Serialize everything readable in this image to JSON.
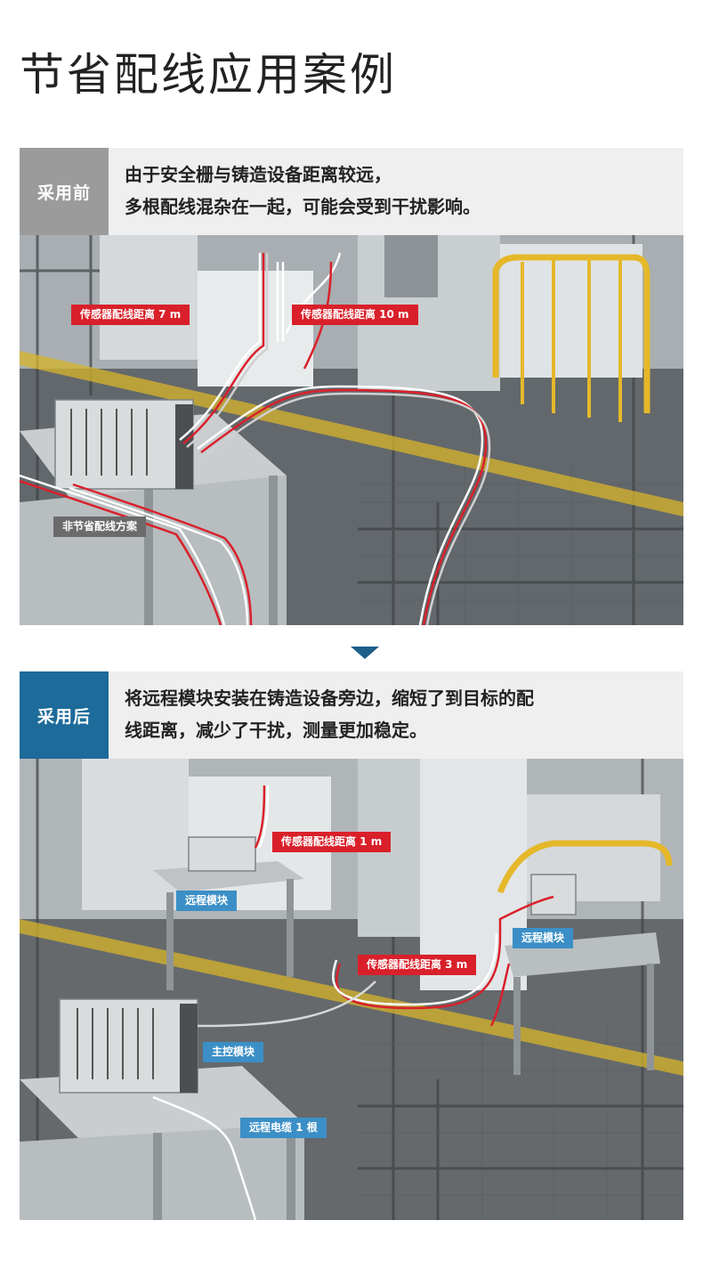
{
  "page": {
    "title": "节省配线应用案例"
  },
  "before": {
    "badge": "采用前",
    "line1": "由于安全栅与铸造设备距离较远，",
    "line2": "多根配线混杂在一起，可能会受到干扰影响。",
    "labels": {
      "sensor_7m": "传感器配线距离 7 m",
      "sensor_10m": "传感器配线距离 10 m",
      "not_saving": "非节省配线方案"
    }
  },
  "after": {
    "badge": "采用后",
    "line1": "将远程模块安装在铸造设备旁边，缩短了到目标的配",
    "line2": "线距离，减少了干扰，测量更加稳定。",
    "labels": {
      "sensor_1m": "传感器配线距离 1 m",
      "remote_module_1": "远程模块",
      "sensor_3m": "传感器配线距离 3 m",
      "remote_module_2": "远程模块",
      "main_module": "主控模块",
      "remote_cable": "远程电缆 1 根"
    }
  },
  "colors": {
    "accent_blue": "#1d6b9a",
    "label_red": "#d9202a",
    "label_blue": "#3b8fc6",
    "badge_grey": "#9b9b9b"
  }
}
